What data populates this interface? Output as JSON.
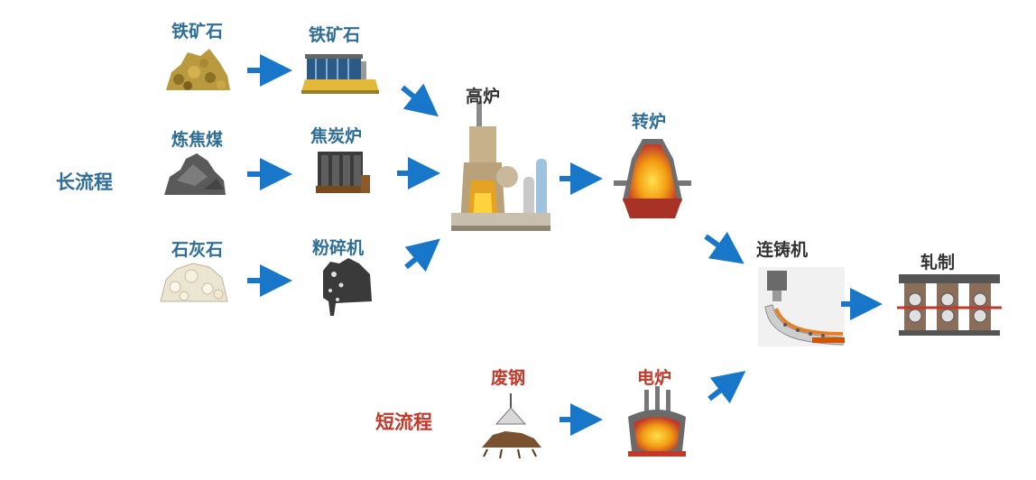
{
  "colors": {
    "long_route": "#2e6e96",
    "short_route": "#c0392b",
    "dark_label": "#333333",
    "arrow": "#1877c9",
    "molten": "#f39c12",
    "slag": "#a93226"
  },
  "routes": {
    "long": "长流程",
    "short": "短流程"
  },
  "nodes": {
    "iron_ore_raw": "铁矿石",
    "iron_ore_stock": "铁矿石",
    "coking_coal": "炼焦煤",
    "coke_oven": "焦炭炉",
    "limestone": "石灰石",
    "crusher": "粉碎机",
    "blast_furnace": "高炉",
    "converter": "转炉",
    "continuous_caster": "连铸机",
    "rolling": "轧制",
    "scrap_steel": "废钢",
    "electric_furnace": "电炉"
  }
}
